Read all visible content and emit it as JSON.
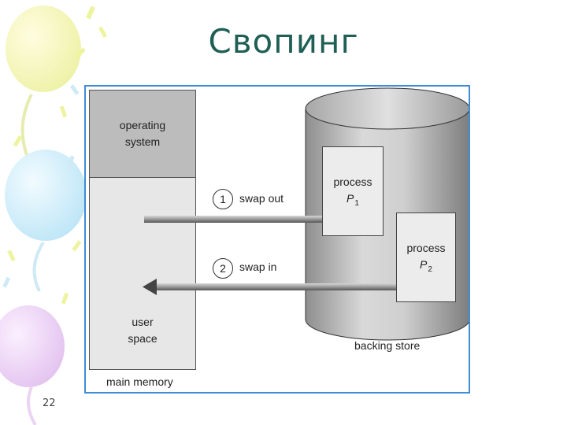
{
  "slide": {
    "title": "Свопинг",
    "page_number": "22"
  },
  "diagram": {
    "memory": {
      "os_label": [
        "operating",
        "system"
      ],
      "user_label": [
        "user",
        "space"
      ],
      "caption": "main memory"
    },
    "swap_out": {
      "number": "1",
      "label": "swap out"
    },
    "swap_in": {
      "number": "2",
      "label": "swap in"
    },
    "process_1": {
      "word": "process",
      "symbol": "P",
      "sub": "1"
    },
    "process_2": {
      "word": "process",
      "symbol": "P",
      "sub": "2"
    },
    "store_caption": "backing store"
  },
  "colors": {
    "title": "#1f5f55",
    "frame_border": "#3f8dd6",
    "os_fill": "#bcbcbc",
    "memory_fill": "#e7e7e7"
  }
}
